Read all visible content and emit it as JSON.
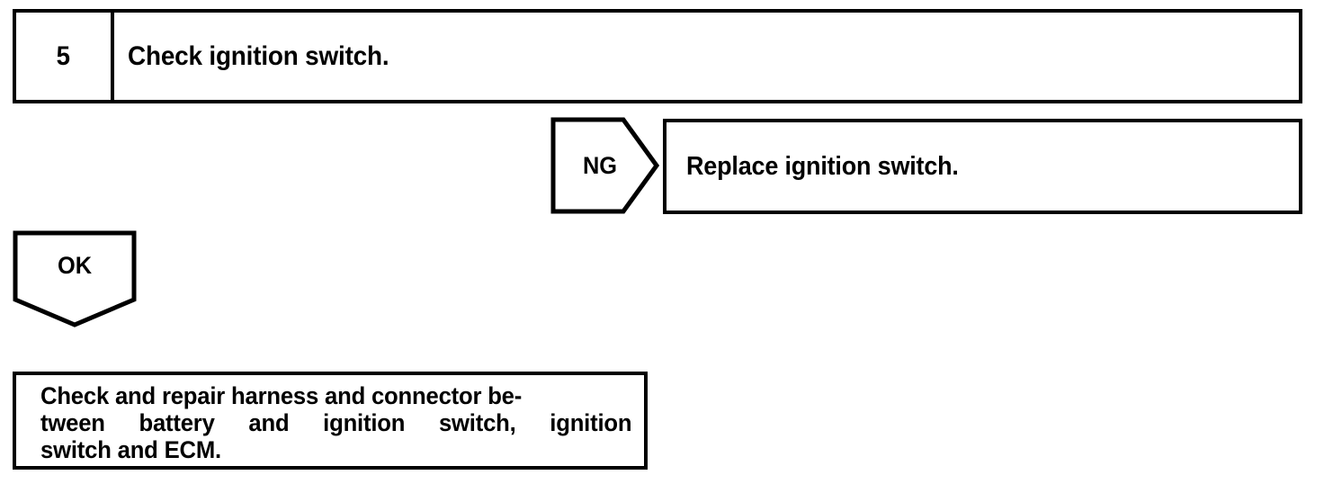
{
  "diagram": {
    "type": "troubleshooting-flowchart",
    "line_color": "#000000",
    "background_color": "#ffffff",
    "step": {
      "number": "5",
      "instruction": "Check ignition switch."
    },
    "branches": {
      "ng": {
        "label": "NG",
        "shape": "right-pointing-chevron",
        "action": "Replace ignition switch."
      },
      "ok": {
        "label": "OK",
        "shape": "down-pointing-pentagon"
      }
    },
    "result": {
      "full_text": "Check and repair harness and connector between battery and ignition switch, ignition switch and ECM.",
      "lines": [
        "Check and repair harness and connector be-",
        "tween battery and ignition switch, ignition",
        "switch and ECM."
      ],
      "line2_words": [
        "tween",
        "battery",
        "and",
        "ignition",
        "switch,",
        "ignition"
      ]
    }
  }
}
